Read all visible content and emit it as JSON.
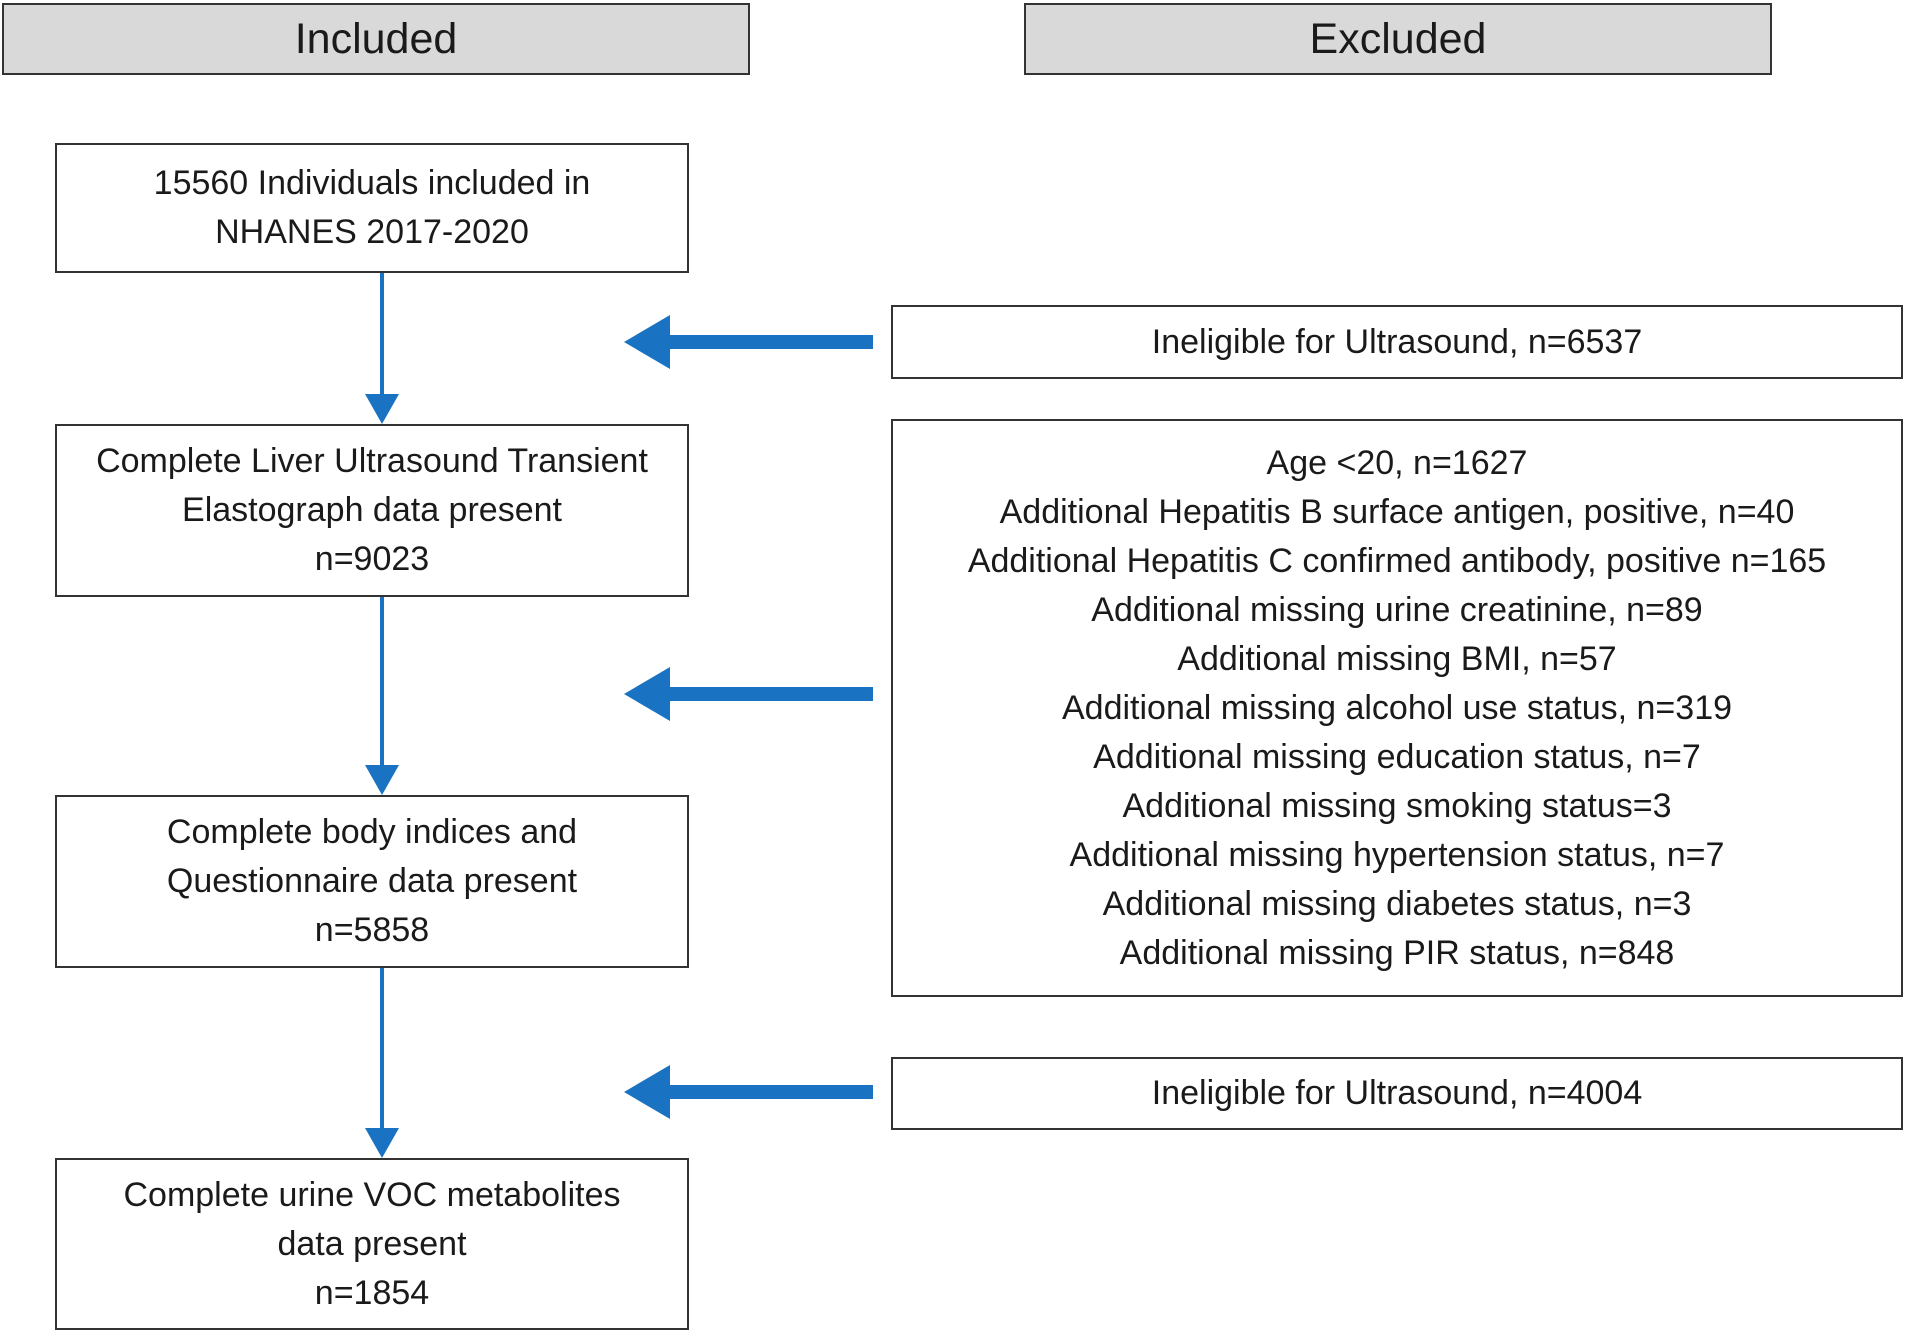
{
  "headers": {
    "included": "Included",
    "excluded": "Excluded"
  },
  "included_steps": [
    {
      "lines": [
        "15560 Individuals included in",
        "NHANES 2017-2020"
      ]
    },
    {
      "lines": [
        "Complete Liver Ultrasound Transient",
        "Elastograph data present",
        "n=9023"
      ]
    },
    {
      "lines": [
        "Complete body indices and",
        "Questionnaire data present",
        "n=5858"
      ]
    },
    {
      "lines": [
        "Complete  urine VOC metabolites",
        "data present",
        "n=1854"
      ]
    }
  ],
  "excluded_steps": [
    {
      "lines": [
        "Ineligible for Ultrasound, n=6537"
      ]
    },
    {
      "lines": [
        "Age <20, n=1627",
        "Additional Hepatitis B surface antigen, positive, n=40",
        "Additional Hepatitis C confirmed antibody, positive n=165",
        "Additional missing urine creatinine, n=89",
        "Additional missing BMI, n=57",
        "Additional missing alcohol use status, n=319",
        "Additional missing education status, n=7",
        "Additional missing smoking status=3",
        "Additional missing hypertension status, n=7",
        "Additional missing diabetes status, n=3",
        "Additional missing PIR status, n=848"
      ]
    },
    {
      "lines": [
        "Ineligible for Ultrasound, n=4004"
      ]
    }
  ],
  "colors": {
    "arrow": "#1a73c2",
    "header_fill": "#d9d9d9",
    "border": "#333333"
  }
}
